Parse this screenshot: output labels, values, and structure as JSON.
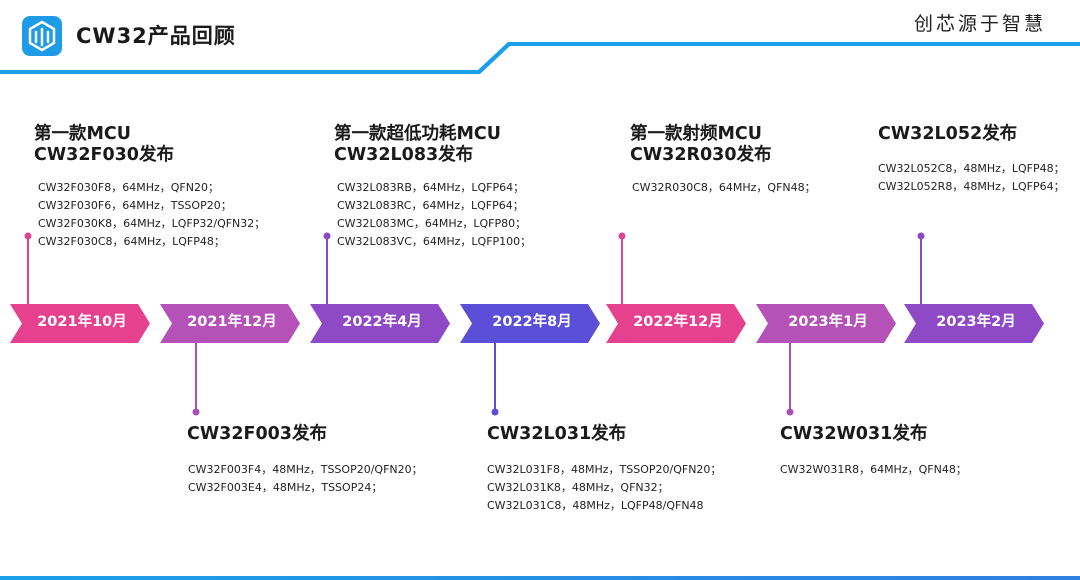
{
  "header": {
    "title": "CW32产品回顾",
    "slogan": "创芯源于智慧"
  },
  "dates": [
    "2021年10月",
    "2021年12月",
    "2022年4月",
    "2022年8月",
    "2022年12月",
    "2023年1月",
    "2023年2月"
  ],
  "colors": {
    "arrows": [
      "#e6418f",
      "#b552b8",
      "#8e49c7",
      "#5a4fd6",
      "#e6418f",
      "#b552b8",
      "#8e49c7"
    ],
    "stems": [
      "#d94693",
      "#a94fb8",
      "#8a4ac5",
      "#5a4fd6",
      "#d94693",
      "#a94fb8",
      "#8a4ac5"
    ],
    "header_blue": "#1aa0e8"
  },
  "events": [
    {
      "title": [
        "第一款MCU",
        "CW32F030发布"
      ],
      "lines": [
        "CW32F030F8，64MHz，QFN20；",
        "CW32F030F6，64MHz，TSSOP20；",
        "CW32F030K8，64MHz，LQFP32/QFN32；",
        "CW32F030C8，64MHz，LQFP48；"
      ]
    },
    {
      "title": [
        "CW32F003发布"
      ],
      "lines": [
        "CW32F003F4，48MHz，TSSOP20/QFN20；",
        "CW32F003E4，48MHz，TSSOP24；"
      ]
    },
    {
      "title": [
        "第一款超低功耗MCU",
        "CW32L083发布"
      ],
      "lines": [
        "CW32L083RB，64MHz，LQFP64；",
        "CW32L083RC，64MHz，LQFP64；",
        "CW32L083MC，64MHz，LQFP80；",
        "CW32L083VC，64MHz，LQFP100；"
      ]
    },
    {
      "title": [
        "CW32L031发布"
      ],
      "lines": [
        "CW32L031F8，48MHz，TSSOP20/QFN20；",
        "CW32L031K8，48MHz，QFN32；",
        "CW32L031C8，48MHz，LQFP48/QFN48"
      ]
    },
    {
      "title": [
        "第一款射频MCU",
        "CW32R030发布"
      ],
      "lines": [
        "CW32R030C8，64MHz，QFN48；"
      ]
    },
    {
      "title": [
        "CW32W031发布"
      ],
      "lines": [
        "CW32W031R8，64MHz，QFN48；"
      ]
    },
    {
      "title": [
        "CW32L052发布"
      ],
      "lines": [
        "CW32L052C8，48MHz，LQFP48；",
        "CW32L052R8，48MHz，LQFP64；"
      ]
    }
  ]
}
